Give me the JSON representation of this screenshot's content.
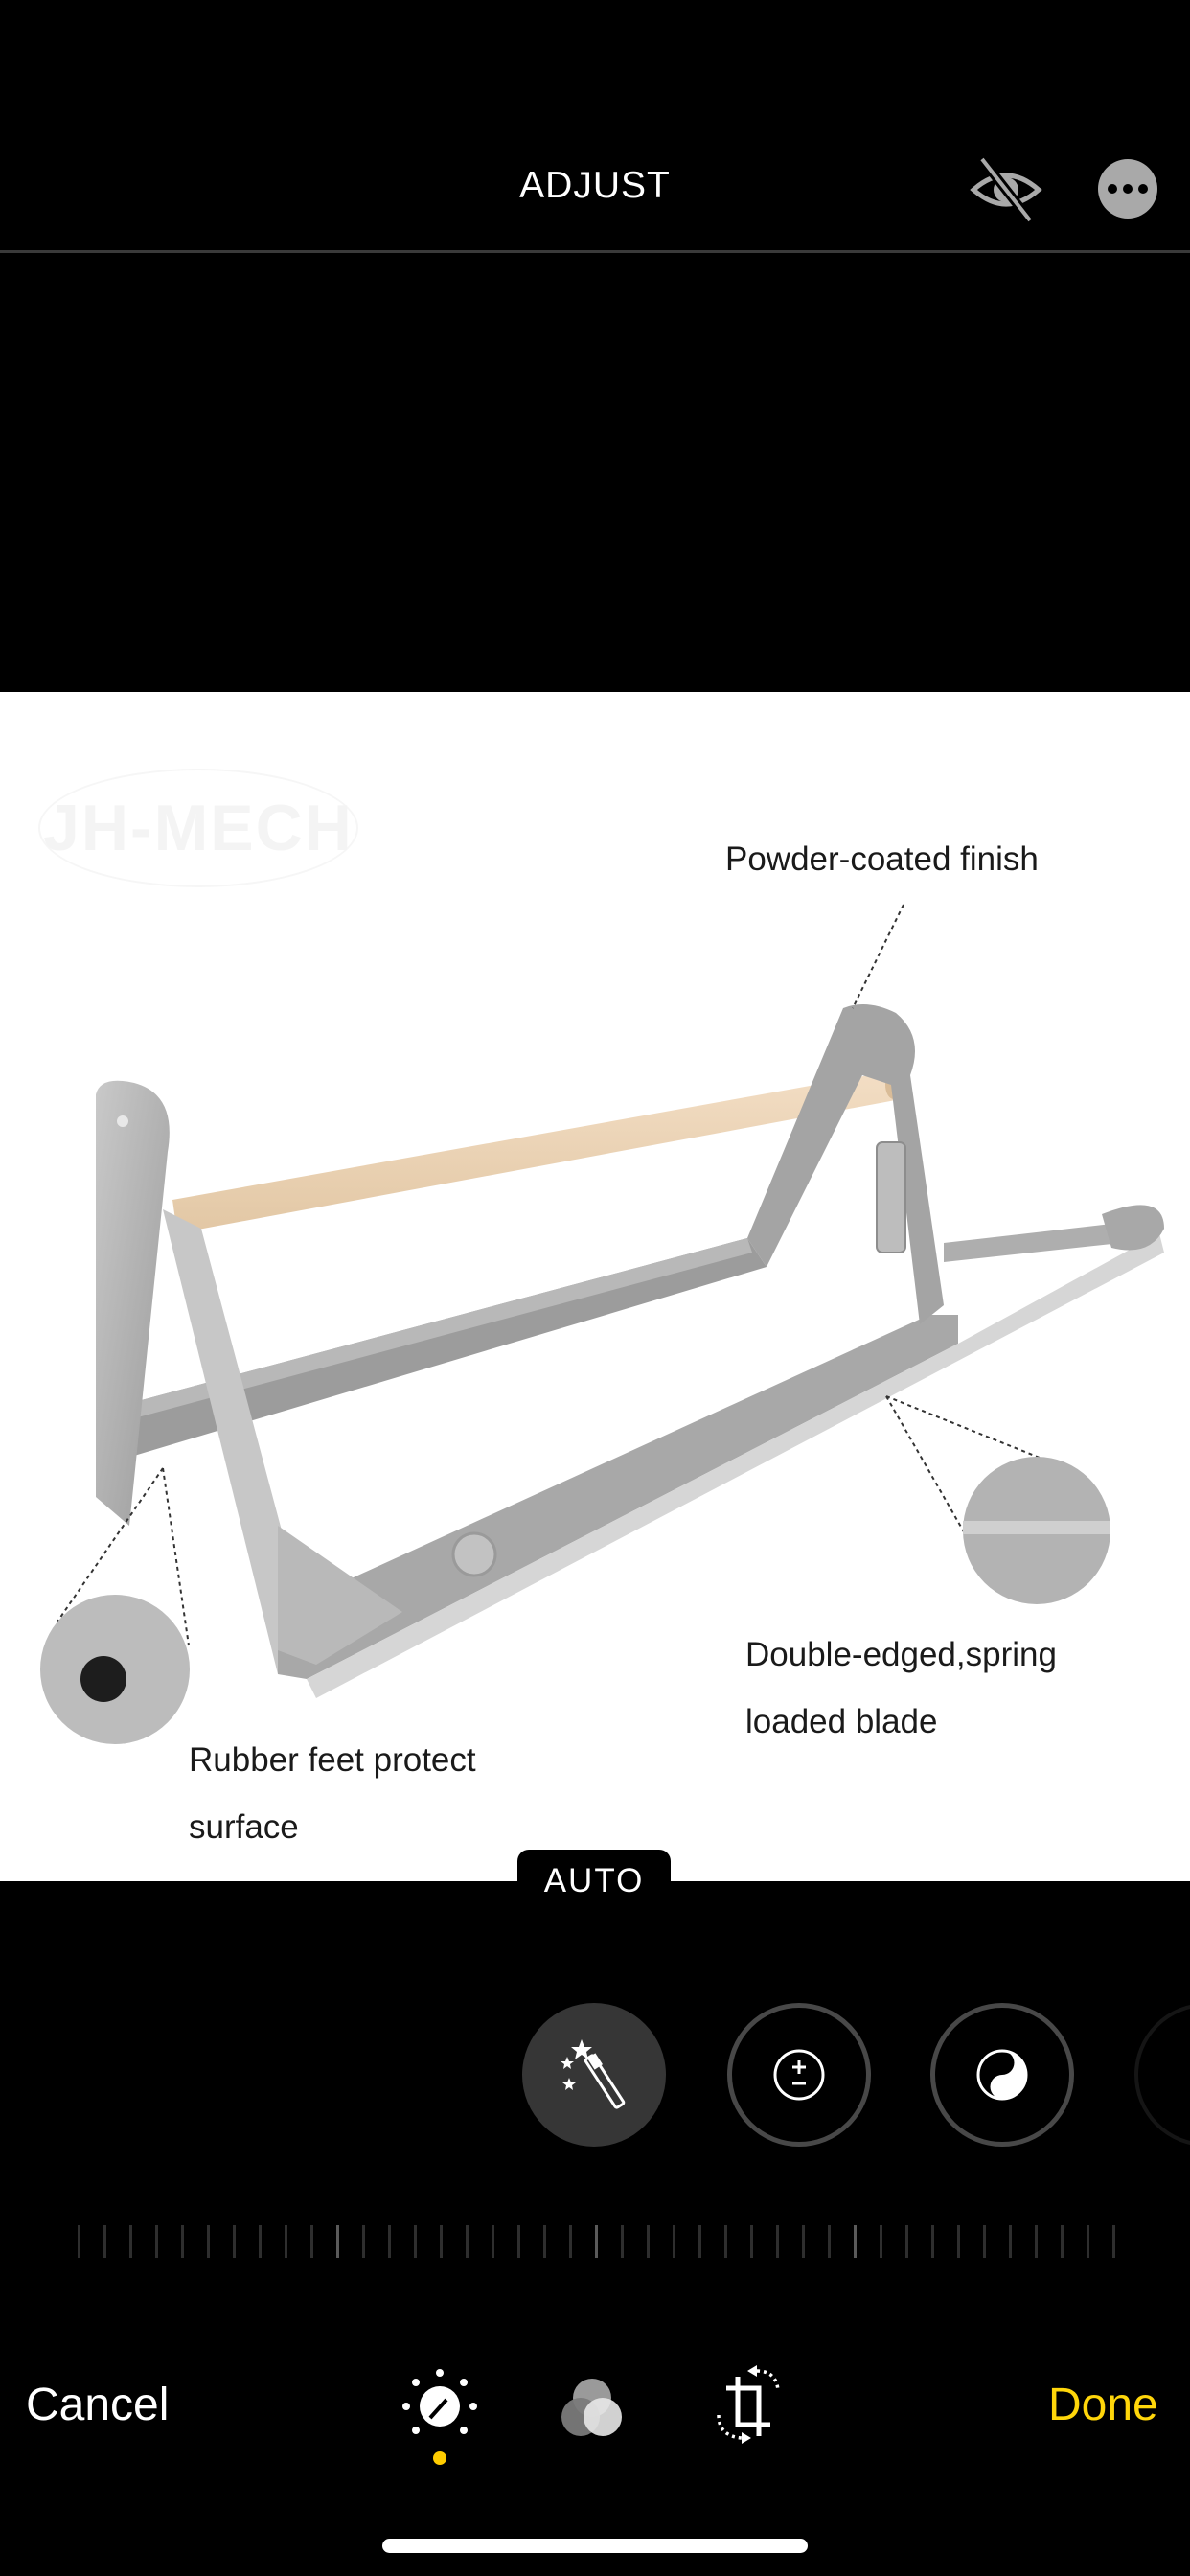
{
  "header": {
    "title": "ADJUST",
    "hide_icon": "eye-slash-icon",
    "more_icon": "ellipsis-circle-icon"
  },
  "photo": {
    "watermark": "JH-MECH",
    "callouts": [
      {
        "lines": [
          "Powder-coated finish"
        ]
      },
      {
        "lines": [
          "Double-edged,spring",
          "loaded blade"
        ]
      },
      {
        "lines": [
          "Rubber feet protect",
          "surface"
        ]
      }
    ]
  },
  "adjust": {
    "active_tool_label": "AUTO",
    "tools": [
      {
        "name": "auto",
        "icon": "magic-wand-icon",
        "selected": true
      },
      {
        "name": "exposure",
        "icon": "plus-minus-circle-icon",
        "selected": false
      },
      {
        "name": "brilliance",
        "icon": "yin-yang-icon",
        "selected": false
      },
      {
        "name": "highlights",
        "icon": "circle-icon",
        "selected": false
      }
    ],
    "slider": {
      "tick_count": 41,
      "major_every": 10,
      "value": 0
    }
  },
  "toolbar": {
    "cancel_label": "Cancel",
    "done_label": "Done",
    "modes": [
      {
        "name": "adjust",
        "icon": "dial-icon",
        "active": true
      },
      {
        "name": "filters",
        "icon": "three-circles-icon",
        "active": false
      },
      {
        "name": "crop",
        "icon": "crop-rotate-icon",
        "active": false
      }
    ]
  },
  "colors": {
    "accent": "#ffd60a",
    "active_dot": "#ffcc00",
    "background": "#000000"
  }
}
